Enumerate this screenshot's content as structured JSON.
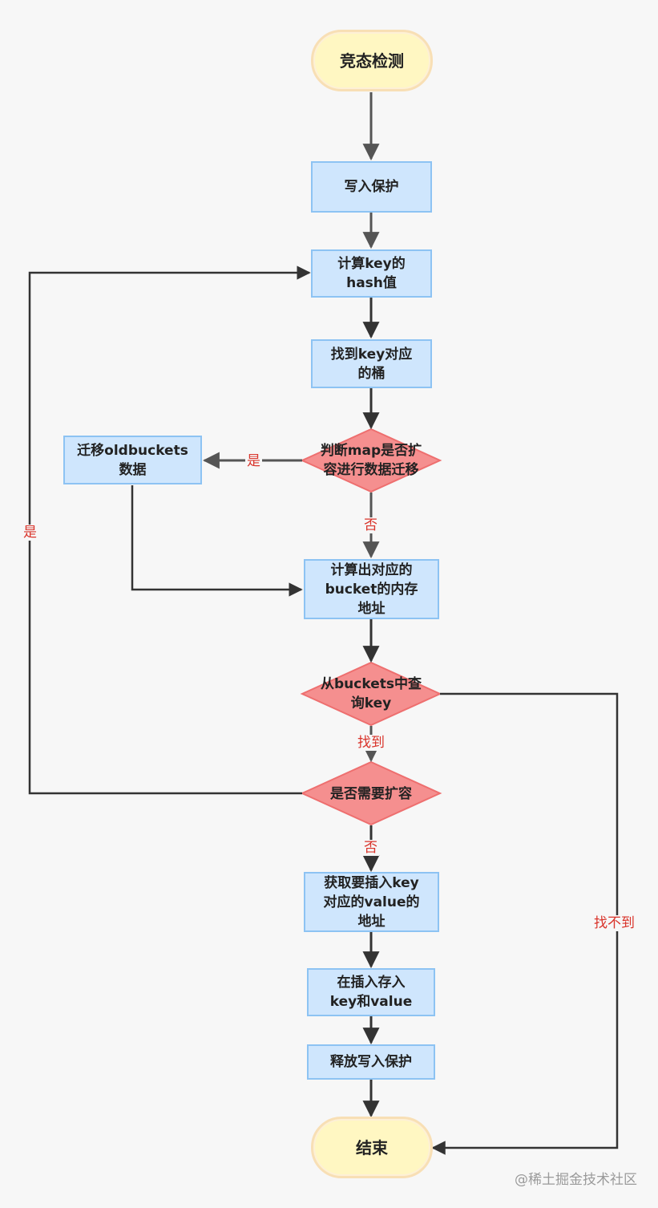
{
  "nodes": {
    "start": "竞态检测",
    "write_protect": "写入保护",
    "calc_hash": "计算key的\nhash值",
    "find_bucket": "找到key对应\n的桶",
    "check_migrate": "判断map是否扩\n容进行数据迁移",
    "migrate_old": "迁移oldbuckets\n数据",
    "calc_bucket_addr": "计算出对应的\nbucket的内存\n地址",
    "query_key": "从buckets中查\n询key",
    "need_grow": "是否需要扩容",
    "get_value_addr": "获取要插入key\n对应的value的\n地址",
    "insert_kv": "在插入存入\nkey和value",
    "release_protect": "释放写入保护",
    "end": "结束"
  },
  "edge_labels": {
    "migrate_yes": "是",
    "migrate_no": "否",
    "grow_yes": "是",
    "found": "找到",
    "grow_no": "否",
    "not_found": "找不到"
  },
  "watermark": "@稀土掘金技术社区",
  "colors": {
    "process_fill": "#cfe6fd",
    "process_border": "#8dc3f3",
    "decision_fill": "#f58f8f",
    "decision_border": "#ee6f6f",
    "terminal_fill": "#fff7c2",
    "edge_label": "#d9342b"
  }
}
